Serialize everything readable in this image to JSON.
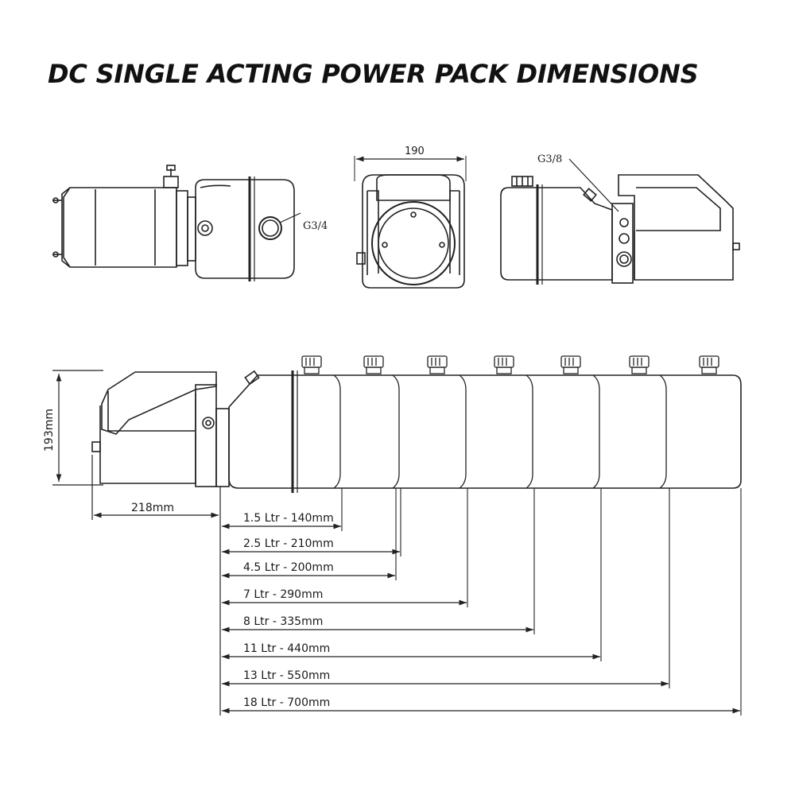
{
  "title": "DC SINGLE ACTING POWER PACK DIMENSIONS",
  "labels": {
    "width_top": "190",
    "port_return": "G3/4",
    "port_pressure": "G3/8",
    "height": "193mm",
    "motor_length": "218mm"
  },
  "tank_options": [
    "1.5 Ltr - 140mm",
    "2.5 Ltr - 210mm",
    "4.5 Ltr - 200mm",
    "7 Ltr - 290mm",
    "8 Ltr - 335mm",
    "11 Ltr - 440mm",
    "13 Ltr - 550mm",
    "18 Ltr - 700mm"
  ],
  "colors": {
    "line": "#222222",
    "text": "#1a1a1a",
    "background": "#ffffff"
  }
}
